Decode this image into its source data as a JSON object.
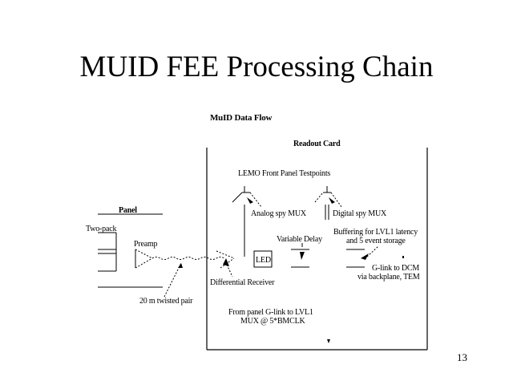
{
  "slide": {
    "title": "MUID FEE Processing Chain",
    "page_number": "13"
  },
  "diagram": {
    "title": "MuID Data Flow",
    "readout_card_label": "Readout Card",
    "panel_label": "Panel",
    "two_pack_label": "Two-pack",
    "preamp_label": "Preamp",
    "twisted_pair_label": "20 m twisted pair",
    "lemo_label": "LEMO Front Panel Testpoints",
    "analog_mux_label": "Analog spy MUX",
    "digital_mux_label": "Digital spy MUX",
    "variable_delay_label": "Variable Delay",
    "buffering_label_line1": "Buffering for LVL1 latency",
    "buffering_label_line2": "and 5 event storage",
    "led_label": "LED",
    "diff_receiver_label": "Differential Receiver",
    "glink_dcm_line1": "G-link to DCM",
    "glink_dcm_line2": "via backplane, TEM",
    "glink_lvl1_line1": "From panel G-link to LVL1",
    "glink_lvl1_line2": "MUX @ 5*BMCLK"
  }
}
